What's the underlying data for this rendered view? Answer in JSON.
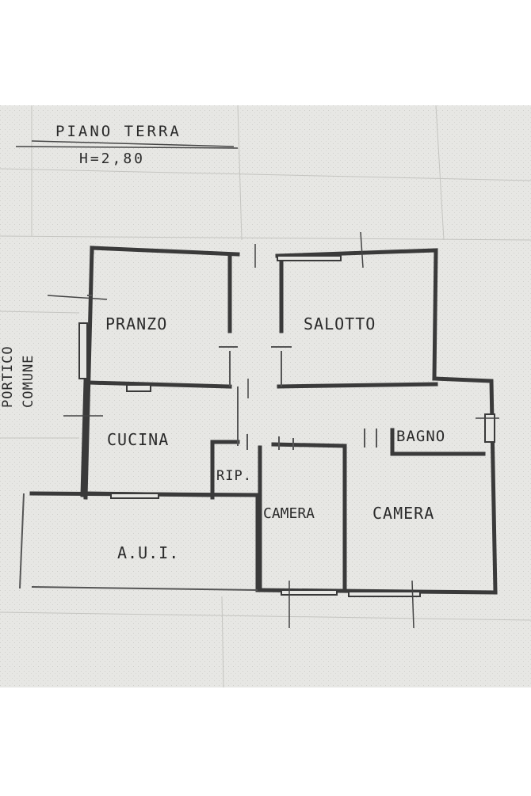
{
  "header": {
    "floor_title": "PIANO TERRA",
    "height_note": "H=2,80"
  },
  "side_labels": {
    "line1": "PORTICO",
    "line2": "COMUNE"
  },
  "rooms": {
    "pranzo": "PRANZO",
    "salotto": "SALOTTO",
    "cucina": "CUCINA",
    "bagno": "BAGNO",
    "rip": "RIP.",
    "camera_small": "CAMERA",
    "camera_large": "CAMERA",
    "aui": "A.U.I."
  },
  "colors": {
    "paper": "#e7e7e4",
    "wall": "#3a3a3a",
    "text": "#2a2a2a"
  }
}
